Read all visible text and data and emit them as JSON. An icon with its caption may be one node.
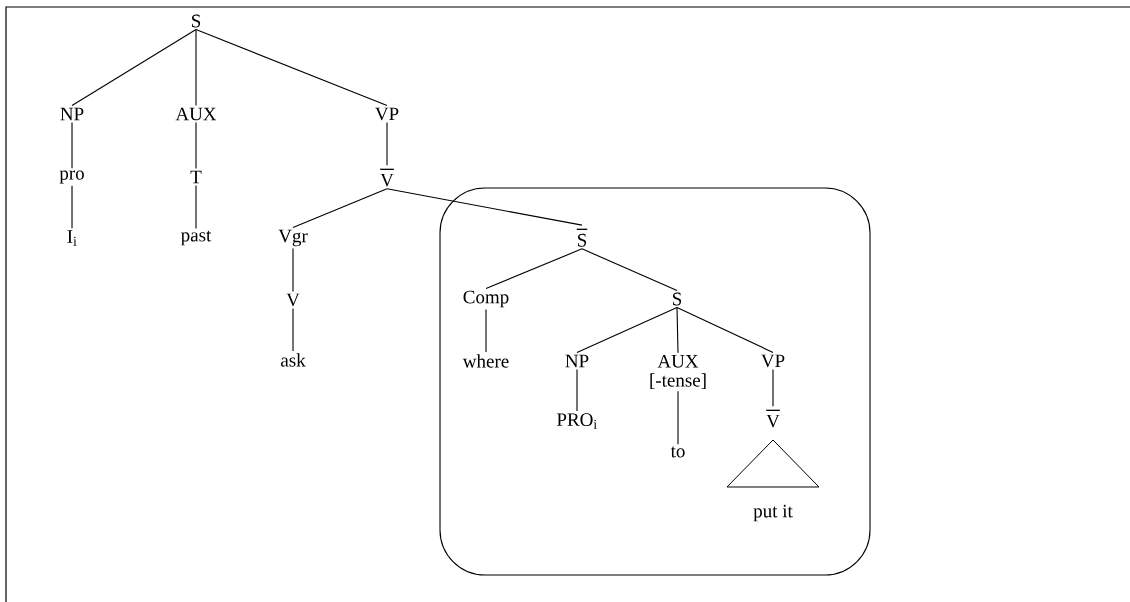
{
  "diagram": {
    "nodes": [
      {
        "text": [],
        "shape": "box"
      },
      {
        "text": [
          "S"
        ]
      },
      {
        "text": [
          "NP"
        ]
      },
      {
        "text": [
          "AUX"
        ]
      },
      {
        "text": [
          "VP"
        ]
      },
      {
        "text": [
          "pro"
        ]
      },
      {
        "text": [
          "T"
        ]
      },
      {
        "text": [
          "\\overline{\\hbox{V}}"
        ]
      },
      {
        "text": [
          "I$_{i}$"
        ]
      },
      {
        "text": [
          "past"
        ]
      },
      {
        "text": [
          "Vgr"
        ]
      },
      {
        "text": [
          "V"
        ]
      },
      {
        "text": [
          "ask"
        ]
      },
      {
        "text": [
          "\\overline{\\hbox{S}}"
        ],
        "in": 0
      },
      {
        "text": [
          "Comp"
        ],
        "in": 0
      },
      {
        "text": [
          "S"
        ],
        "in": 0
      },
      {
        "text": [
          "where"
        ],
        "in": 0
      },
      {
        "text": [
          "NP"
        ],
        "in": 0
      },
      {
        "text": [
          "AUX",
          "[-tense]"
        ],
        "in": 0
      },
      {
        "text": [
          "VP"
        ],
        "in": 0
      },
      {
        "text": [
          "PRO$_{i}$"
        ],
        "in": 0
      },
      {
        "text": [
          "\\overline{\\hbox{V}}"
        ],
        "in": 0
      },
      {
        "text": [
          "to"
        ],
        "in": 0
      },
      {
        "text": [
          "put it"
        ],
        "in": 0
      }
    ],
    "edges": [
      {
        "from": 1,
        "to": 2,
        "arrow": "none"
      },
      {
        "from": 1,
        "to": 3,
        "arrow": "none"
      },
      {
        "from": 1,
        "to": 4,
        "arrow": "none"
      },
      {
        "from": 2,
        "to": 5,
        "arrow": "none"
      },
      {
        "from": 3,
        "to": 6,
        "arrow": "none"
      },
      {
        "from": 4,
        "to": 7,
        "arrow": "none"
      },
      {
        "from": 5,
        "to": 8,
        "arrow": "none"
      },
      {
        "from": 6,
        "to": 9,
        "arrow": "none"
      },
      {
        "from": 7,
        "to": 10,
        "arrow": "none"
      },
      {
        "from": 7,
        "to": 13,
        "arrow": "none"
      },
      {
        "from": 10,
        "to": 11,
        "arrow": "none"
      },
      {
        "from": 11,
        "to": 12,
        "arrow": "none"
      },
      {
        "from": 13,
        "to": 14,
        "arrow": "none"
      },
      {
        "from": 13,
        "to": 15,
        "arrow": "none"
      },
      {
        "from": 14,
        "to": 16,
        "arrow": "none"
      },
      {
        "from": 15,
        "to": 17,
        "arrow": "none"
      },
      {
        "from": 15,
        "to": 18,
        "arrow": "none"
      },
      {
        "from": 15,
        "to": 19,
        "arrow": "none"
      },
      {
        "from": 17,
        "to": 20,
        "arrow": "none"
      },
      {
        "from": 18,
        "to": 22,
        "arrow": "none"
      },
      {
        "from": 19,
        "to": 21,
        "arrow": "none"
      }
    ]
  }
}
